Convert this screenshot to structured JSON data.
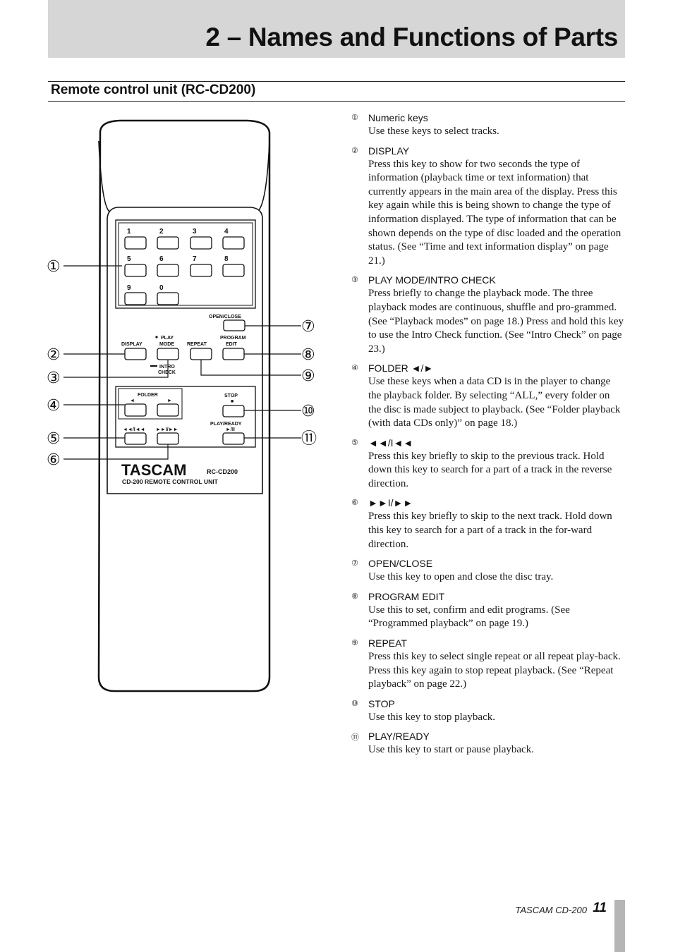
{
  "chapter": {
    "title": "2 – Names and Functions of Parts"
  },
  "section": {
    "title": "Remote control unit (RC-CD200)"
  },
  "remote": {
    "brand": "TASCAM",
    "model": "RC-CD200",
    "unit_label": "CD-200 REMOTE CONTROL UNIT",
    "numeric_keys": [
      "1",
      "2",
      "3",
      "4",
      "5",
      "6",
      "7",
      "8",
      "9",
      "0"
    ],
    "labels": {
      "open_close": "OPEN/CLOSE",
      "display": "DISPLAY",
      "play_mode_line1": "PLAY",
      "play_mode_line2": "MODE",
      "intro_check_line1": "INTRO",
      "intro_check_line2": "CHECK",
      "repeat": "REPEAT",
      "program_line1": "PROGRAM",
      "program_line2": "EDIT",
      "folder": "FOLDER",
      "folder_left": "◄",
      "folder_right": "►",
      "stop": "STOP",
      "stop_symbol": "■",
      "play_ready": "PLAY/READY",
      "play_pause_symbol": "►/II",
      "rewind": "◄◄/I◄◄",
      "forward": "►►I/►►"
    },
    "callouts": [
      "①",
      "②",
      "③",
      "④",
      "⑤",
      "⑥",
      "⑦",
      "⑧",
      "⑨",
      "⑩",
      "⑪"
    ]
  },
  "items": [
    {
      "num": "①",
      "label": "Numeric keys",
      "text": "Use these keys to select tracks."
    },
    {
      "num": "②",
      "label": "DISPLAY",
      "text": "Press this key to show for two seconds the type of information (playback time or text information) that currently appears in the main area of the display. Press this key again while this is being shown to change the type of information displayed. The type of information that can be shown depends on the type of disc loaded and the operation status. (See “Time and text information display” on page 21.)"
    },
    {
      "num": "③",
      "label": "PLAY MODE/INTRO CHECK",
      "text": "Press briefly to change the playback mode. The three playback modes are continuous, shuffle and pro-grammed. (See “Playback modes” on page 18.) Press and hold this key to use the Intro Check function. (See “Intro Check” on page 23.)"
    },
    {
      "num": "④",
      "label": "FOLDER ◄/►",
      "text": "Use these keys when a data CD is in the player to change the playback folder. By selecting “ALL,” every folder on the disc is made subject to playback. (See “Folder playback (with data CDs only)” on page 18.)"
    },
    {
      "num": "⑤",
      "label": "◄◄/I◄◄",
      "text": "Press this key briefly to skip to the previous track. Hold down this key to search for a part of a track in the reverse direction."
    },
    {
      "num": "⑥",
      "label": "►►I/►►",
      "text": "Press this key briefly to skip to the next track. Hold down this key to search for a part of a track in the for-ward direction."
    },
    {
      "num": "⑦",
      "label": "OPEN/CLOSE",
      "text": "Use this key to open and close the disc tray."
    },
    {
      "num": "⑧",
      "label": "PROGRAM EDIT",
      "text": "Use this to set, confirm and edit programs. (See “Programmed playback” on page 19.)"
    },
    {
      "num": "⑨",
      "label": "REPEAT",
      "text": "Press this key to select single repeat or all repeat play-back. Press this key again to stop repeat playback. (See “Repeat playback” on page 22.)"
    },
    {
      "num": "⑩",
      "label": "STOP",
      "text": "Use this key to stop playback."
    },
    {
      "num": "⑪",
      "label": "PLAY/READY",
      "text": "Use this key to start or pause playback."
    }
  ],
  "footer": {
    "brand": "TASCAM CD-200",
    "page": "11"
  }
}
